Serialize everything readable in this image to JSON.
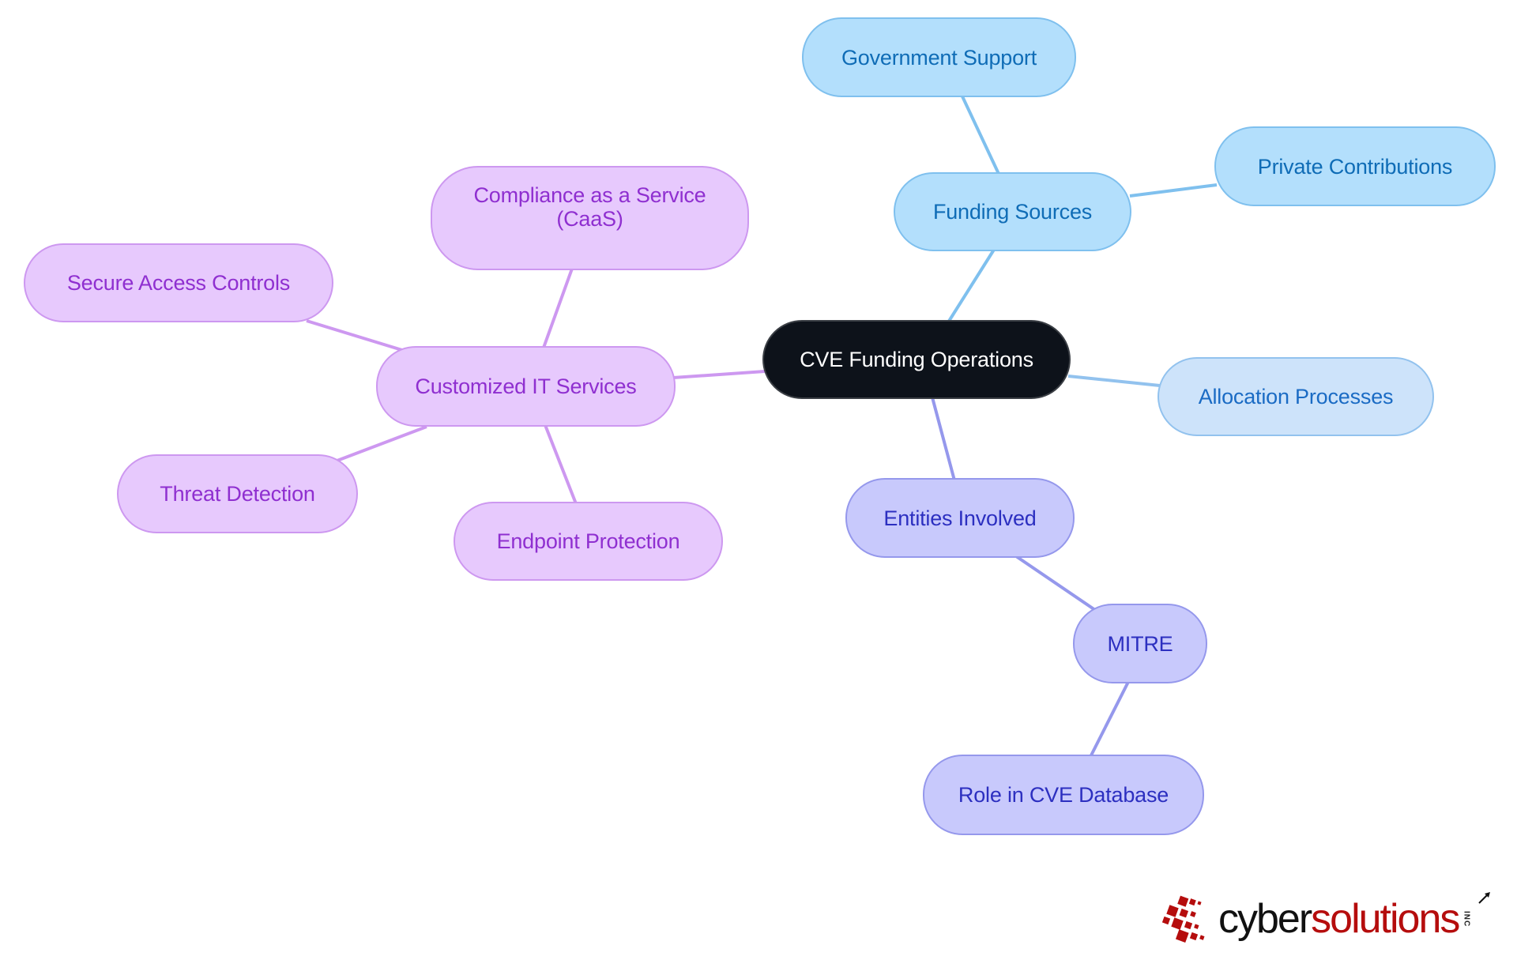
{
  "diagram": {
    "type": "mind-map",
    "root": {
      "id": "root",
      "label": "CVE Funding Operations"
    },
    "branches": [
      {
        "id": "funding",
        "label": "Funding Sources",
        "color": "#7fc0ee",
        "children": [
          {
            "id": "gov",
            "label": "Government Support"
          },
          {
            "id": "private",
            "label": "Private Contributions"
          }
        ]
      },
      {
        "id": "allocation",
        "label": "Allocation Processes",
        "color": "#92c2ee",
        "children": []
      },
      {
        "id": "entities",
        "label": "Entities Involved",
        "color": "#9598ec",
        "children": [
          {
            "id": "mitre",
            "label": "MITRE",
            "children": [
              {
                "id": "role",
                "label": "Role in CVE Database"
              }
            ]
          }
        ]
      },
      {
        "id": "it",
        "label": "Customized IT Services",
        "color": "#cd98f0",
        "children": [
          {
            "id": "caas",
            "label": "Compliance as a Service\n(CaaS)"
          },
          {
            "id": "sac",
            "label": "Secure Access Controls"
          },
          {
            "id": "threat",
            "label": "Threat Detection"
          },
          {
            "id": "endpoint",
            "label": "Endpoint Protection"
          }
        ]
      }
    ]
  },
  "labels": {
    "root": "CVE Funding Operations",
    "funding": "Funding Sources",
    "gov": "Government Support",
    "private": "Private Contributions",
    "allocation": "Allocation Processes",
    "entities": "Entities Involved",
    "mitre": "MITRE",
    "role": "Role in CVE Database",
    "it": "Customized IT Services",
    "caas": "Compliance as a Service\n(CaaS)",
    "sac": "Secure Access Controls",
    "threat": "Threat Detection",
    "endpoint": "Endpoint Protection"
  },
  "colors": {
    "root_fill": "#0d121a",
    "blue_fill": "#b3dffc",
    "blue_edge": "#7fc0ee",
    "lightblue_fill": "#cde3fa",
    "lightblue_edge": "#92c2ee",
    "indigo_fill": "#c8c9fc",
    "indigo_edge": "#9598ec",
    "purple_fill": "#e7c9fd",
    "purple_edge": "#cd98f0"
  },
  "logo": {
    "word_black": "cyber",
    "word_red": "solutions",
    "suffix": "INC",
    "brand_red": "#b50d0d"
  }
}
